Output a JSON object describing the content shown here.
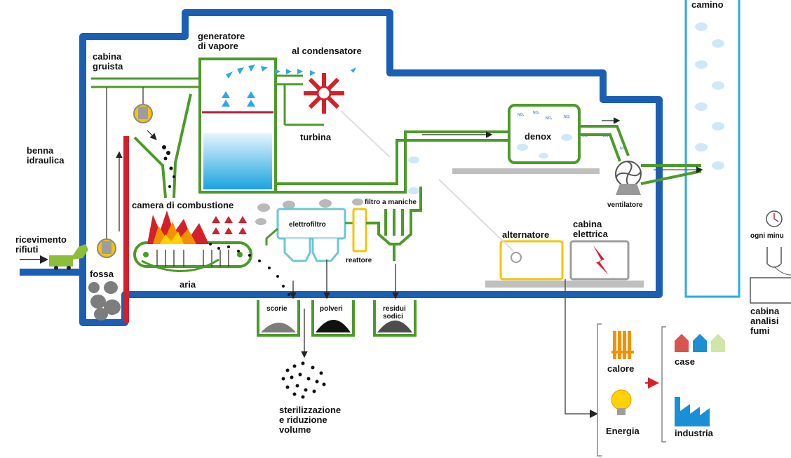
{
  "labels": {
    "camino": "camino",
    "generatore": "generatore\ndi vapore",
    "condensatore": "al condensatore",
    "cabina_gruista": "cabina\ngruista",
    "turbina": "turbina",
    "denox": "denox",
    "benna": "benna\nidraulica",
    "camera": "camera di combustione",
    "elettrofiltro": "elettrofiltro",
    "filtro": "filtro a maniche",
    "reattore": "reattore",
    "ventilatore": "ventilatore",
    "alternatore": "alternatore",
    "cabina_elettrica": "cabina\nelettrica",
    "ogni_minuto": "ogni minu",
    "ricevimento": "ricevimento\nrifiuti",
    "fossa": "fossa",
    "aria": "aria",
    "scorie": "scorie",
    "polveri": "polveri",
    "residui": "residui\nsodici",
    "cabina_analisi": "cabina\nanalisi\nfumi",
    "calore": "calore",
    "case": "case",
    "energia": "Energia",
    "industria": "industria",
    "sterilizzazione": "sterilizzazione\ne riduzione\nvolume"
  },
  "molecule_label": "NOₓ",
  "colors": {
    "building": "#1b5fb4",
    "pipe": "#4c9a2a",
    "fire_red": "#d4202a",
    "fire_orange": "#f39200",
    "fire_yellow": "#ffd200",
    "water": "#29abe2",
    "cyan_filter": "#6cc6d8",
    "yellow": "#f5c400",
    "gray": "#9d9d9d",
    "chimney": "#29abe2"
  }
}
